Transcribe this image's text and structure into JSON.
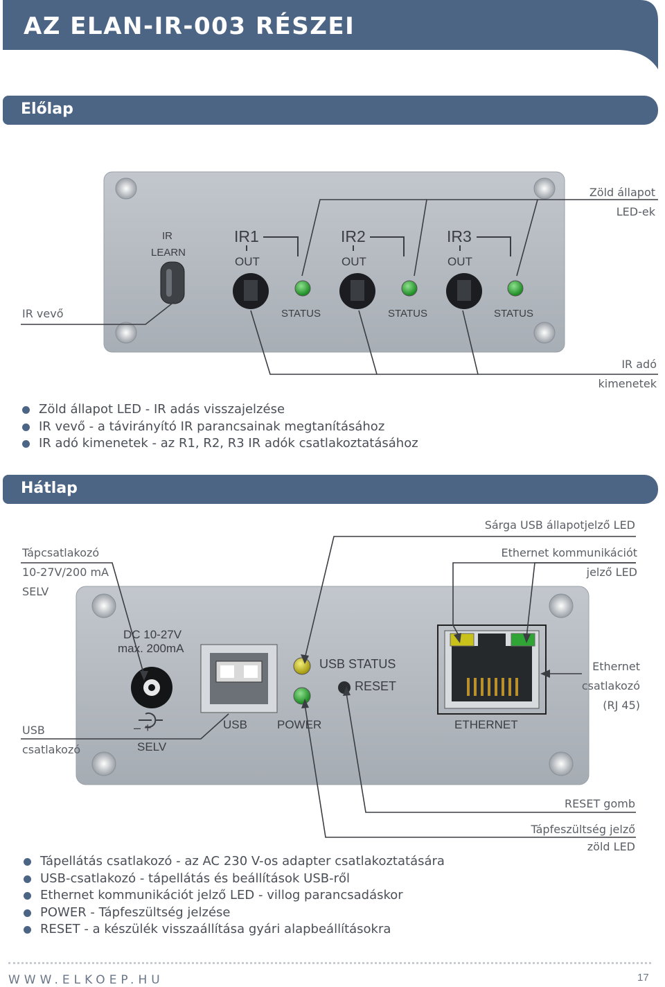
{
  "header": {
    "title": "AZ ELAN-IR-003 RÉSZEI"
  },
  "front": {
    "section_title": "Előlap",
    "callouts": {
      "green_led": [
        "Zöld állapot",
        "LED-ek"
      ],
      "ir_receiver": "IR vevő",
      "ir_outputs": [
        "IR adó",
        "kimenetek"
      ]
    },
    "panel": {
      "ir_learn": [
        "IR",
        "LEARN"
      ],
      "channels": [
        {
          "name": "IR1",
          "out": "OUT",
          "status": "STATUS"
        },
        {
          "name": "IR2",
          "out": "OUT",
          "status": "STATUS"
        },
        {
          "name": "IR3",
          "out": "OUT",
          "status": "STATUS"
        }
      ]
    },
    "bullets": [
      "Zöld állapot LED - IR adás visszajelzése",
      "IR vevő - a távirányító IR parancsainak megtanításához",
      "IR adó kimenetek - az R1, R2, R3 IR adók csatlakoztatásához"
    ]
  },
  "back": {
    "section_title": "Hátlap",
    "callouts": {
      "power_connector": [
        "Tápcsatlakozó",
        "10-27V/200 mA",
        "SELV"
      ],
      "usb_led": "Sárga USB állapotjelző LED",
      "eth_led": [
        "Ethernet kommunikációt",
        "jelző LED"
      ],
      "eth_connector": [
        "Ethernet",
        "csatlakozó",
        "(RJ 45)"
      ],
      "usb_connector": [
        "USB",
        "csatlakozó"
      ],
      "reset_button": "RESET gomb",
      "power_led": [
        "Tápfeszültség jelző",
        "zöld LED"
      ]
    },
    "panel": {
      "dc_label": [
        "DC 10-27V",
        "max. 200mA"
      ],
      "polarity": "–  +",
      "selv": "SELV",
      "usb": "USB",
      "power": "POWER",
      "usb_status": "USB STATUS",
      "reset": "RESET",
      "ethernet": "ETHERNET"
    },
    "bullets": [
      "Tápellátás csatlakozó - az AC 230 V-os adapter csatlakoztatására",
      "USB-csatlakozó - tápellátás és beállítások USB-ről",
      "Ethernet kommunikációt jelző LED - villog parancsadáskor",
      "POWER - Tápfeszültség jelzése",
      "RESET - a készülék visszaállítása gyári alapbeállításokra"
    ]
  },
  "footer": {
    "url": "WWW.ELKOEP.HU",
    "page": "17"
  },
  "colors": {
    "accent": "#4d6585",
    "panel": "#b3b8bf",
    "led_green": "#2fa535",
    "led_yellow": "#c9c21a"
  }
}
